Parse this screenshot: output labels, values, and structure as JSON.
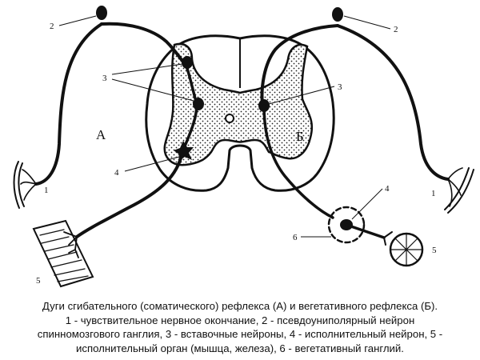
{
  "diagram": {
    "left_label": "А",
    "right_label": "Б",
    "callouts": {
      "left_1": "1",
      "left_2": "2",
      "left_3": "3",
      "left_4": "4",
      "left_5": "5",
      "right_1": "1",
      "right_2": "2",
      "right_3": "3",
      "right_4": "4",
      "right_5": "5",
      "right_6": "6"
    }
  },
  "caption": {
    "lines": [
      "Дуги сгибательного (соматического) рефлекса (А) и вегетативного рефлекса (Б).",
      "1 - чувствительное нервное окончание, 2 - псевдоуниполярный нейрон",
      "спинномозгового ганглия, 3 - вставочные нейроны, 4 - исполнительный нейрон, 5 -",
      "исполнительный орган (мышца, железа), 6 - вегетативный ганглий."
    ]
  },
  "colors": {
    "ink": "#111111",
    "background": "#ffffff"
  }
}
